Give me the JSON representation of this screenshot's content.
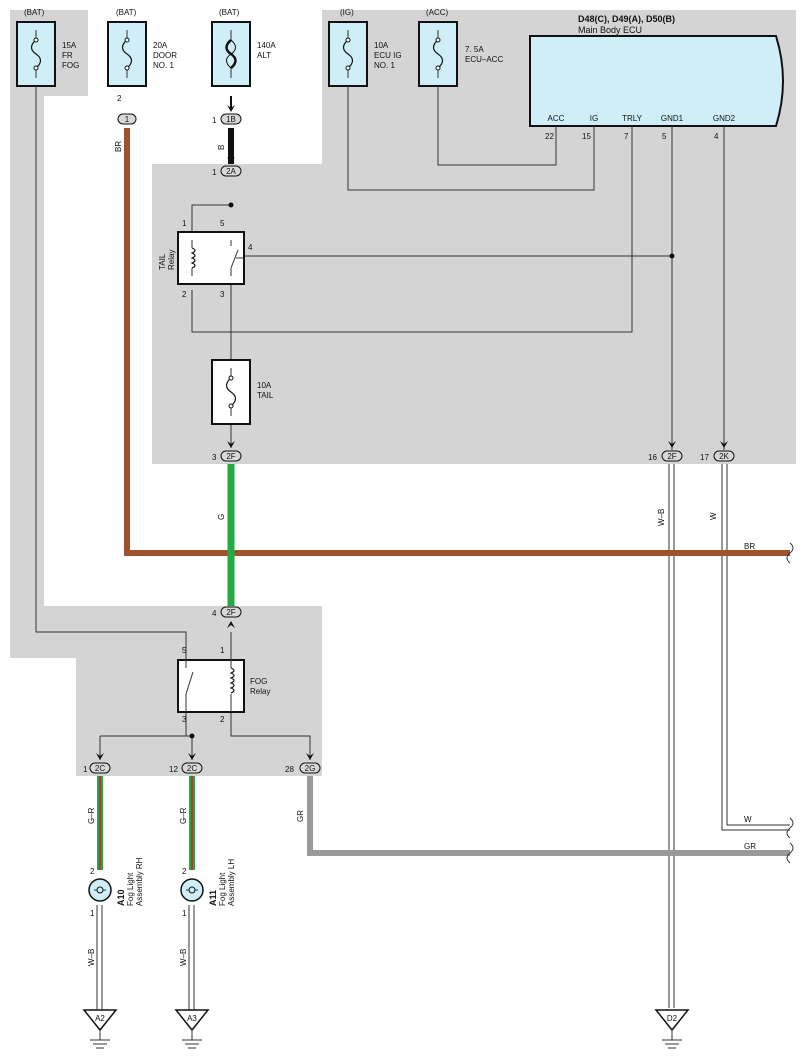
{
  "fuses": {
    "fr_fog": {
      "source": "(BAT)",
      "rating": "15A",
      "name1": "FR",
      "name2": "FOG"
    },
    "door": {
      "source": "(BAT)",
      "rating": "20A",
      "name1": "DOOR",
      "name2": "NO. 1",
      "pin": "2"
    },
    "alt": {
      "source": "(BAT)",
      "rating": "140A",
      "name1": "ALT"
    },
    "ecu_ig": {
      "source": "(IG)",
      "rating": "10A",
      "name1": "ECU IG",
      "name2": "NO. 1"
    },
    "ecu_acc": {
      "source": "(ACC)",
      "rating": "7. 5A",
      "name1": "ECU–ACC"
    },
    "tail": {
      "rating": "10A",
      "name1": "TAIL"
    }
  },
  "ecu": {
    "title": "D48(C), D49(A), D50(B)",
    "name": "Main Body ECU",
    "pins": [
      {
        "label": "ACC",
        "num": "22"
      },
      {
        "label": "IG",
        "num": "15"
      },
      {
        "label": "TRLY",
        "num": "7"
      },
      {
        "label": "GND1",
        "num": "5"
      },
      {
        "label": "GND2",
        "num": "4"
      }
    ]
  },
  "relays": {
    "tail": {
      "name1": "TAIL",
      "name2": "Relay",
      "p1": "1",
      "p5": "5",
      "p4": "4",
      "p2": "2",
      "p3": "3"
    },
    "fog": {
      "name1": "FOG",
      "name2": "Relay",
      "p5": "5",
      "p1": "1",
      "p3": "3",
      "p2": "2"
    }
  },
  "connectors": {
    "c1": {
      "code": "1",
      "pin": ""
    },
    "c1b": {
      "code": "1B",
      "pin": "1"
    },
    "c2a": {
      "code": "2A",
      "pin": "1"
    },
    "c2f_top": {
      "code": "2F",
      "pin": "3"
    },
    "c2f_gnd1": {
      "code": "2F",
      "pin": "16"
    },
    "c2k": {
      "code": "2K",
      "pin": "17"
    },
    "c2f_fog": {
      "code": "2F",
      "pin": "4"
    },
    "c2c_rh": {
      "code": "2C",
      "pin": "1"
    },
    "c2c_lh": {
      "code": "2C",
      "pin": "12"
    },
    "c2g": {
      "code": "2G",
      "pin": "28"
    }
  },
  "wire_colors": {
    "br": "BR",
    "b": "B",
    "g": "G",
    "wb": "W–B",
    "w": "W",
    "gr": "GR",
    "gr_lamp": "G–R"
  },
  "lamps": {
    "rh": {
      "code": "A10",
      "name1": "Fog Light",
      "name2": "Assembly RH",
      "p2": "2",
      "p1": "1"
    },
    "lh": {
      "code": "A11",
      "name1": "Fog Light",
      "name2": "Assembly LH",
      "p2": "2",
      "p1": "1"
    }
  },
  "grounds": {
    "a2": "A2",
    "a3": "A3",
    "d2": "D2"
  },
  "colors": {
    "panel": "#d4d4d4",
    "ecu_fill": "#cfeef8",
    "fuse_fill": "#cfeef8",
    "br_wire": "#a0522d",
    "g_wire": "#22aa44",
    "gr_wire": "#999999",
    "r_stripe": "#b23a2e"
  }
}
